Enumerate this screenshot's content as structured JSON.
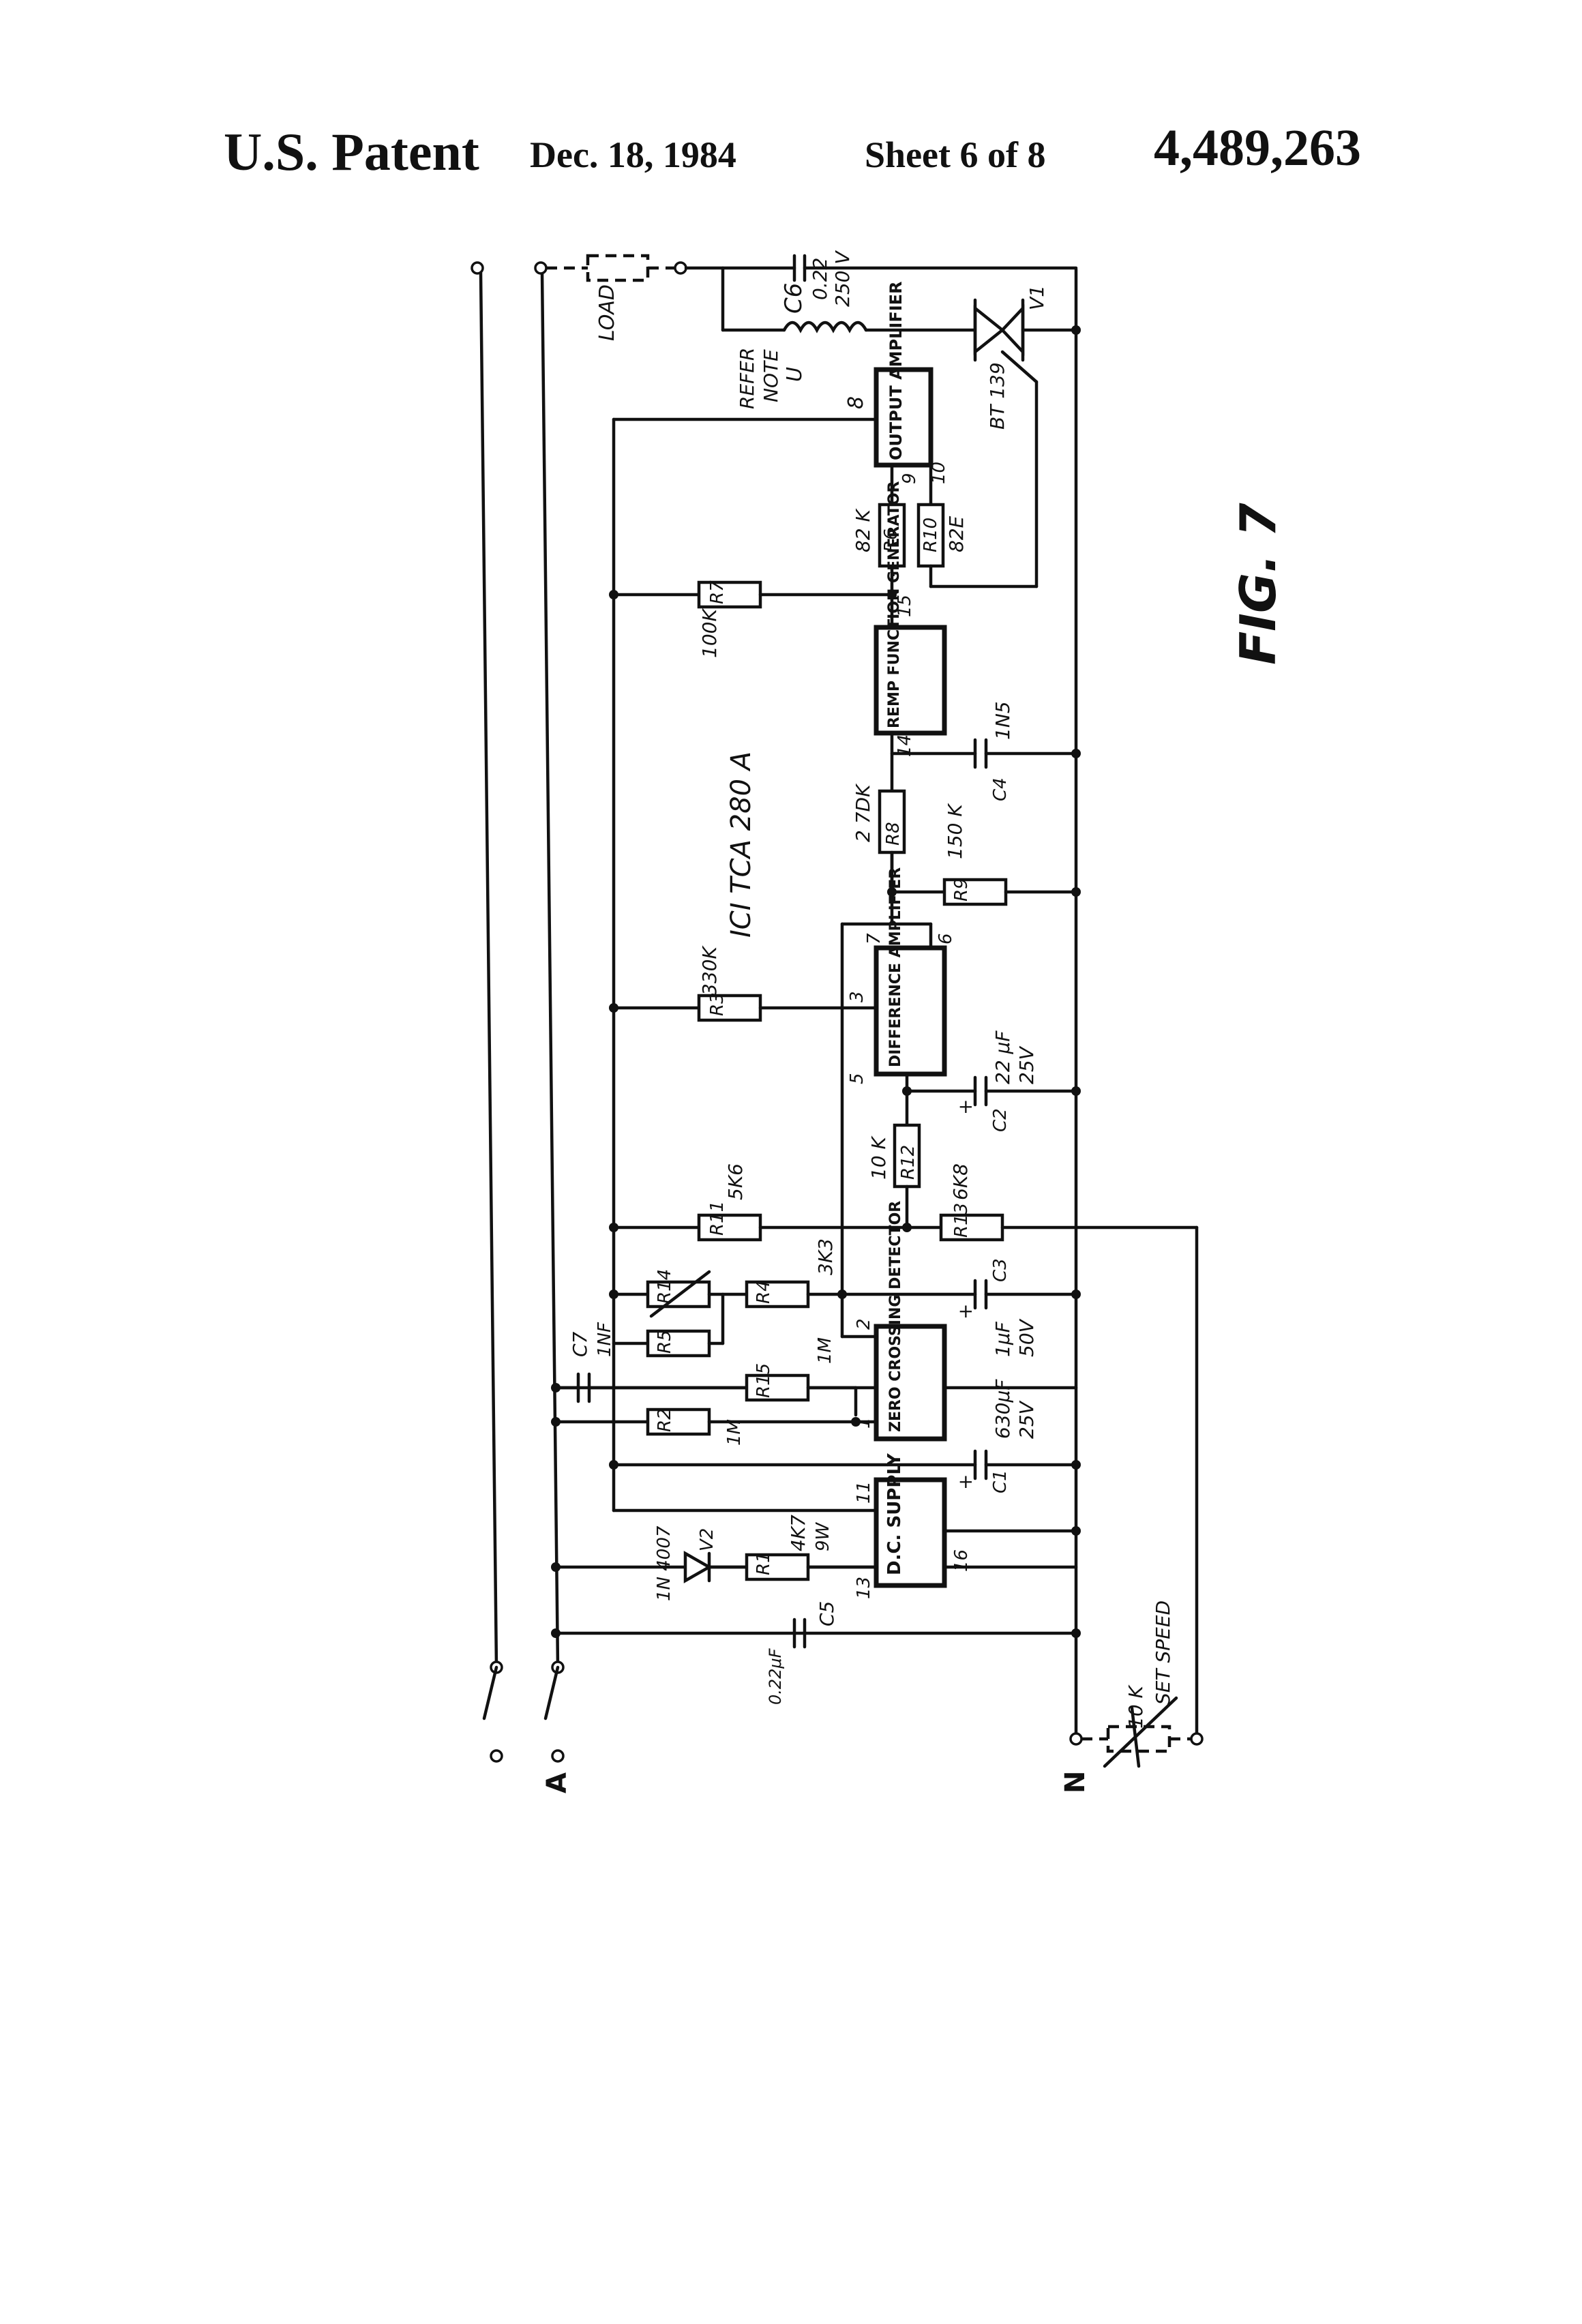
{
  "header": {
    "patent": "U.S. Patent",
    "date": "Dec. 18, 1984",
    "sheet": "Sheet 6 of 8",
    "number": "4,489,263"
  },
  "figure": {
    "title": "FIG. 7",
    "ic": "ICI TCA 280 A",
    "blocks": {
      "output_amplifier": "OUTPUT AMPLIFIER",
      "ramp_generator": "REMP FUNCTION GENERATOR",
      "difference_amplifier": "DIFFERENCE AMPLIFIER",
      "zero_crossing": "ZERO CROSSING DETECTOR",
      "dc_supply": "D.C. SUPPLY"
    },
    "pins": [
      "8",
      "9",
      "10",
      "15",
      "14",
      "7",
      "6",
      "3",
      "5",
      "2",
      "1",
      "11",
      "13",
      "16"
    ],
    "labels": {
      "load": "LOAD",
      "c6": "C6",
      "c6_val": "0.22",
      "c6_volt": "250 V",
      "refer": "REFER",
      "note": "NOTE",
      "u": "U",
      "v1": "V1",
      "triac": "BT 139",
      "r6": "R6",
      "r6_val": "82 K",
      "r10": "R10",
      "r10_val": "82E",
      "r7": "R7",
      "r7_val": "100K",
      "c4": "C4",
      "c4_val": "1N5",
      "r8": "R8",
      "r8_val": "2 7DK",
      "r9": "R9",
      "r9_val": "150 K",
      "r3": "R3",
      "r3_val": "330K",
      "c2": "C2",
      "c2_val": "22 μF",
      "c2_volt": "25V",
      "r12": "R12",
      "r12_val": "10 K",
      "r13": "R13",
      "r13_val": "6K8",
      "r11": "R11",
      "r11_val": "5K6",
      "r4": "R4",
      "r4_val": "3K3",
      "r14": "R14",
      "r5": "R5",
      "c3": "C3",
      "c3_val": "1μF",
      "c3_volt": "50V",
      "c7": "C7",
      "c7_val": "1NF",
      "r15": "R15",
      "r15_val": "1M",
      "r2": "R2",
      "r2_val": "1M",
      "c1": "C1",
      "c1_val": "630μF",
      "c1_volt": "25V",
      "v2": "V2",
      "v2_val": "1N 4007",
      "r1": "R1",
      "r1_val": "4K7",
      "r1_watt": "9W",
      "c5": "C5",
      "c5_val": "0.22μF",
      "a": "A",
      "n": "N",
      "pot_val": "10 K",
      "pot_label": "SET SPEED"
    }
  }
}
